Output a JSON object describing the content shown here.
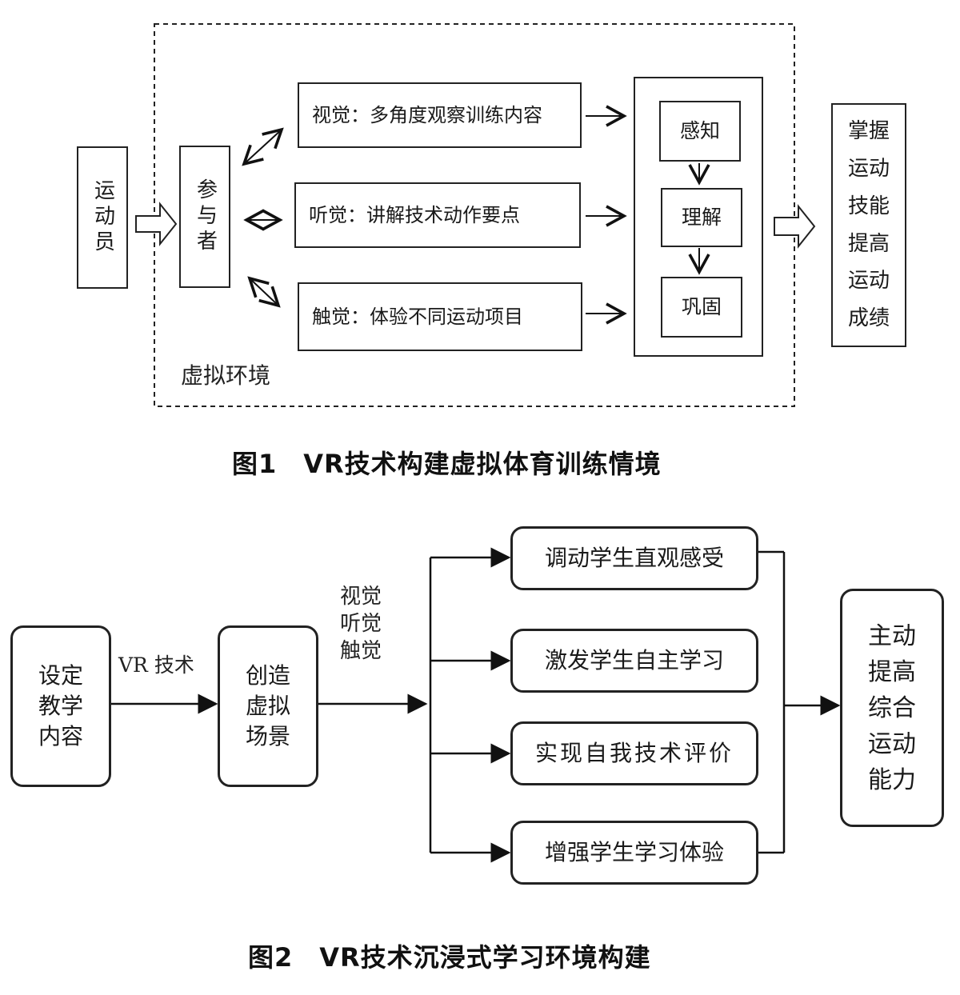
{
  "figure1": {
    "region_label": "虚拟环境",
    "athlete": "运动员",
    "participant": "参与者",
    "senses": [
      "视觉：多角度观察训练内容",
      "听觉：讲解技术动作要点",
      "触觉：体验不同运动项目"
    ],
    "stages": [
      "感知",
      "理解",
      "巩固"
    ],
    "outcome_lines": [
      "掌握",
      "运动",
      "技能",
      "提高",
      "运动",
      "成绩"
    ],
    "caption": "图1　VR技术构建虚拟体育训练情境"
  },
  "figure2": {
    "start_lines": [
      "设定",
      "教学",
      "内容"
    ],
    "edge_label": "VR 技术",
    "scene_lines": [
      "创造",
      "虚拟",
      "场景"
    ],
    "sense_lines": [
      "视觉",
      "听觉",
      "触觉"
    ],
    "branches": [
      "调动学生直观感受",
      "激发学生自主学习",
      "实现自我技术评价",
      "增强学生学习体验"
    ],
    "result_lines": [
      "主动",
      "提高",
      "综合",
      "运动",
      "能力"
    ],
    "caption": "图2　VR技术沉浸式学习环境构建"
  }
}
